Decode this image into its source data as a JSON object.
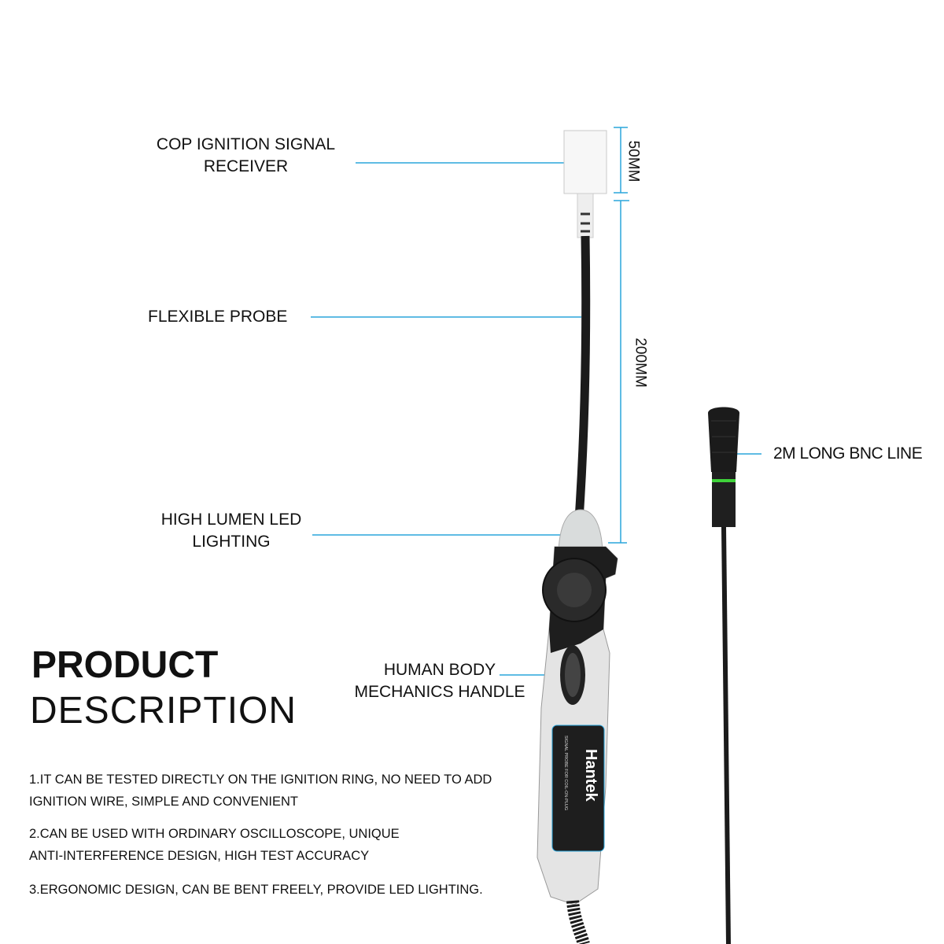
{
  "labels": {
    "receiver": [
      "COP IGNITION SIGNAL",
      "RECEIVER"
    ],
    "probe": "FLEXIBLE PROBE",
    "led": [
      "HIGH LUMEN LED",
      "LIGHTING"
    ],
    "handle": [
      "HUMAN BODY",
      "MECHANICS HANDLE"
    ],
    "bnc": "2M LONG BNC LINE"
  },
  "dimensions": {
    "receiver": "50MM",
    "probe": "200MM"
  },
  "title": {
    "bold": "PRODUCT",
    "light": "DESCRIPTION"
  },
  "description": [
    [
      "1.IT CAN BE TESTED DIRECTLY ON THE IGNITION RING, NO NEED TO ADD",
      "IGNITION WIRE, SIMPLE AND CONVENIENT"
    ],
    [
      "2.CAN BE USED WITH ORDINARY OSCILLOSCOPE, UNIQUE",
      "ANTI-INTERFERENCE DESIGN, HIGH TEST ACCURACY"
    ],
    [
      "3.ERGONOMIC DESIGN, CAN BE BENT FREELY, PROVIDE LED LIGHTING."
    ]
  ],
  "product_logo": {
    "brand": "Hantek",
    "subtitle": "SIGNAL PROBE FOR COIL-ON-PLUG"
  },
  "colors": {
    "leader_line": "#2aa6dc",
    "ring": "#3fd23a",
    "body": "#1a1a1a"
  }
}
